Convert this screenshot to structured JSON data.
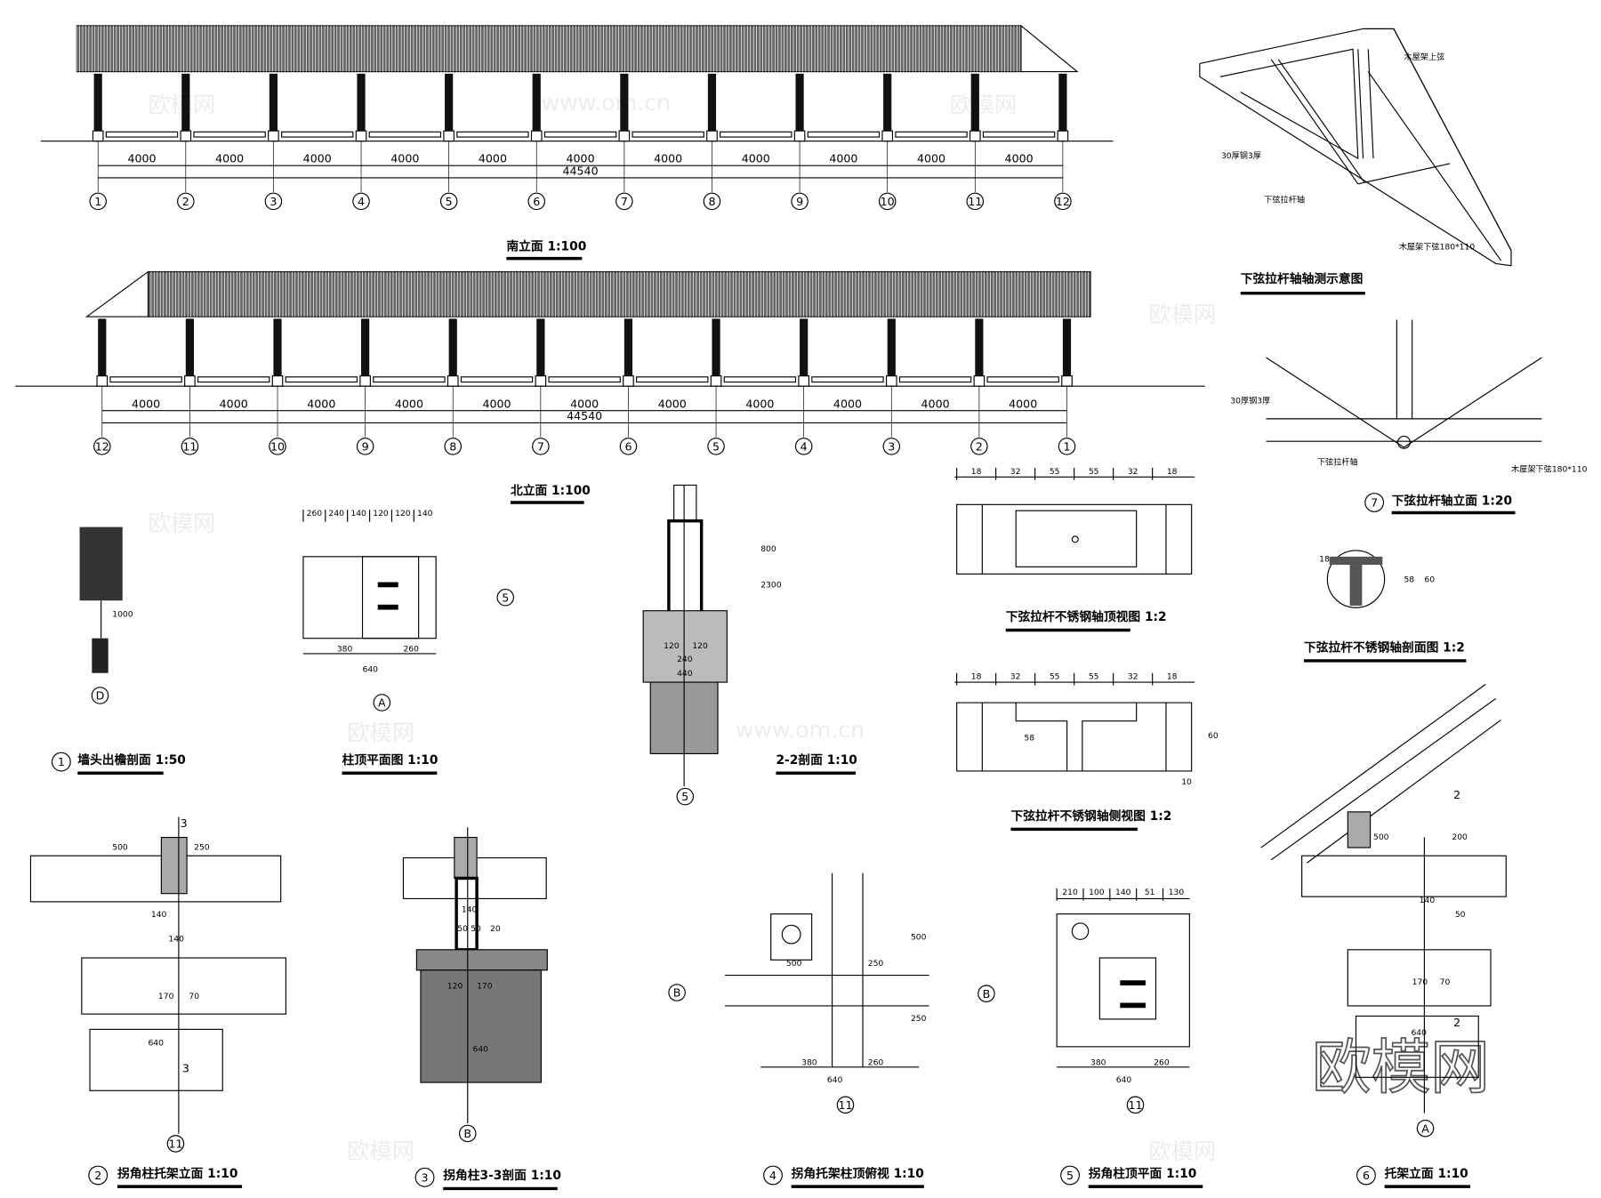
{
  "south_elevation": {
    "title": "南立面 1:100",
    "spans": [
      "4000",
      "4000",
      "4000",
      "4000",
      "4000",
      "4000",
      "4000",
      "4000",
      "4000",
      "4000",
      "4000"
    ],
    "total": "44540",
    "axes": [
      "1",
      "2",
      "3",
      "4",
      "5",
      "6",
      "7",
      "8",
      "9",
      "10",
      "11",
      "12"
    ]
  },
  "north_elevation": {
    "title": "北立面 1:100",
    "spans": [
      "4000",
      "4000",
      "4000",
      "4000",
      "4000",
      "4000",
      "4000",
      "4000",
      "4000",
      "4000",
      "4000"
    ],
    "total": "44540",
    "axes": [
      "12",
      "11",
      "10",
      "9",
      "8",
      "7",
      "6",
      "5",
      "4",
      "3",
      "2",
      "1"
    ]
  },
  "iso_view": {
    "title": "下弦拉杆轴轴测示意图",
    "labels": [
      "木屋架上弦",
      "30厚钢3厚",
      "下弦拉杆轴",
      "木屋架下弦180*110"
    ]
  },
  "detail7": {
    "num": "7",
    "title": "下弦拉杆轴立面 1:20",
    "labels": [
      "30厚钢3厚",
      "下弦拉杆轴",
      "木屋架下弦180*110"
    ]
  },
  "top_view": {
    "title": "下弦拉杆不锈钢轴顶视图 1:2",
    "dims": [
      "18",
      "32",
      "55",
      "55",
      "32",
      "18"
    ]
  },
  "side_view": {
    "title": "下弦拉杆不锈钢轴侧视图 1:2",
    "dims": [
      "18",
      "32",
      "55",
      "55",
      "32",
      "18"
    ],
    "h": "60",
    "h2": "58",
    "small": "10"
  },
  "section_view": {
    "title": "下弦拉杆不锈钢轴剖面图 1:2",
    "d1": "58",
    "d2": "60",
    "d3": "18"
  },
  "detail1": {
    "num": "1",
    "title": "墙头出檐剖面 1:50",
    "dim": "1000",
    "axis": "D"
  },
  "col_top_plan": {
    "title": "柱顶平面图 1:10",
    "dims": [
      "260",
      "240",
      "140",
      "120",
      "120",
      "140",
      "380",
      "260",
      "640"
    ],
    "axis_a": "A",
    "axis_5": "5"
  },
  "section22": {
    "title": "2-2剖面 1:10",
    "dims": [
      "800",
      "2300",
      "120",
      "120",
      "240",
      "440"
    ],
    "axis": "5"
  },
  "detail2": {
    "num": "2",
    "title": "拐角柱托架立面 1:10",
    "dims": [
      "500",
      "250",
      "140",
      "140",
      "170",
      "70",
      "640"
    ],
    "axis": "11",
    "cut": "3"
  },
  "detail3": {
    "num": "3",
    "title": "拐角柱3-3剖面 1:10",
    "dims": [
      "140",
      "50",
      "50",
      "20",
      "120",
      "170",
      "640"
    ],
    "axis": "B"
  },
  "detail4": {
    "num": "4",
    "title": "拐角托架柱顶俯视 1:10",
    "dims": [
      "380",
      "260",
      "640",
      "500",
      "250",
      "500",
      "250"
    ],
    "axis_b": "B",
    "axis": "11"
  },
  "detail5": {
    "num": "5",
    "title": "拐角柱顶平面 1:10",
    "dims": [
      "210",
      "100",
      "140",
      "51",
      "130",
      "380",
      "260",
      "640"
    ],
    "axis_b": "B",
    "axis": "11"
  },
  "detail6": {
    "num": "6",
    "title": "托架立面 1:10",
    "dims": [
      "500",
      "200",
      "50",
      "140",
      "170",
      "70",
      "640"
    ],
    "axis": "A",
    "mark": "2"
  },
  "watermark": {
    "text": "欧模网",
    "url": "www.om.cn"
  },
  "colors": {
    "line": "#000000",
    "background": "#ffffff"
  }
}
